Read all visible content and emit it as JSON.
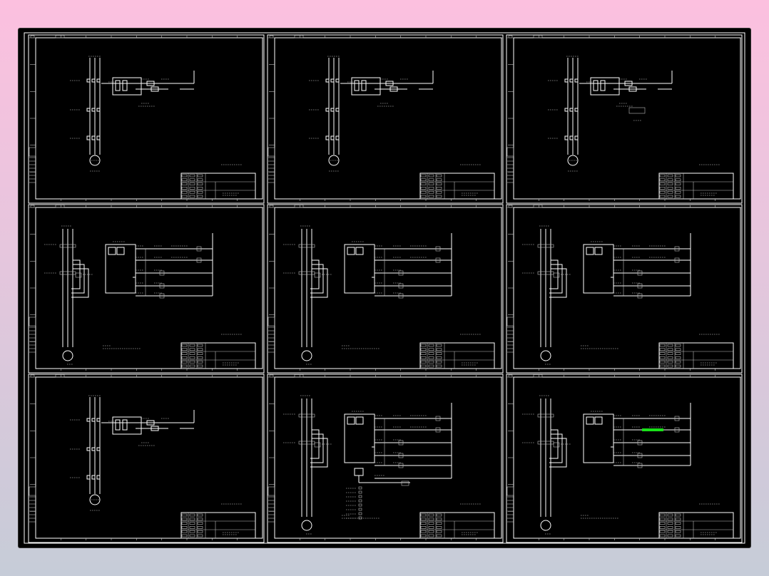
{
  "colors": {
    "background": "#000000",
    "lines": "#ffffff",
    "highlight": "#19e119"
  },
  "sheets": [
    {
      "id": 1,
      "type": "simple",
      "title": "",
      "highlight": false
    },
    {
      "id": 2,
      "type": "simple",
      "title": "",
      "highlight": false
    },
    {
      "id": 3,
      "type": "simple",
      "title": "",
      "highlight": false
    },
    {
      "id": 4,
      "type": "complex",
      "title": "",
      "highlight": false
    },
    {
      "id": 5,
      "type": "complex",
      "title": "",
      "highlight": false
    },
    {
      "id": 6,
      "type": "complex",
      "title": "",
      "highlight": false
    },
    {
      "id": 7,
      "type": "simple",
      "title": "",
      "highlight": false
    },
    {
      "id": 8,
      "type": "complex-extended",
      "title": "",
      "highlight": false
    },
    {
      "id": 9,
      "type": "complex",
      "title": "",
      "highlight": true
    }
  ]
}
